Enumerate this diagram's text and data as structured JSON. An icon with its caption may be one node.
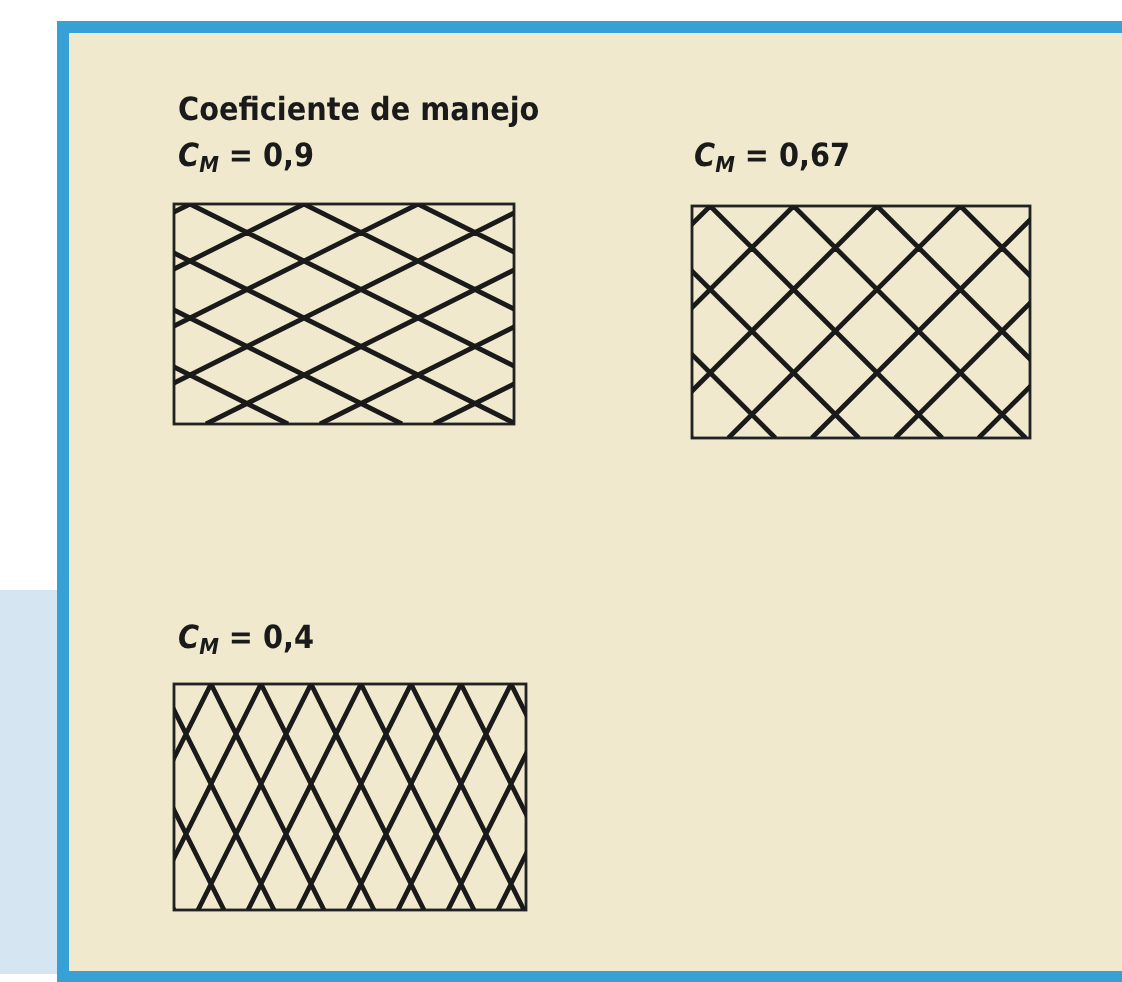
{
  "diagram": {
    "title": "Coeficiente de manejo",
    "labels": [
      "*C*$_{M}$ = 0,9",
      "*C*$_{M}$ = 0,67",
      "*C*$_{M}$ = 0,4"
    ]
  }
}
